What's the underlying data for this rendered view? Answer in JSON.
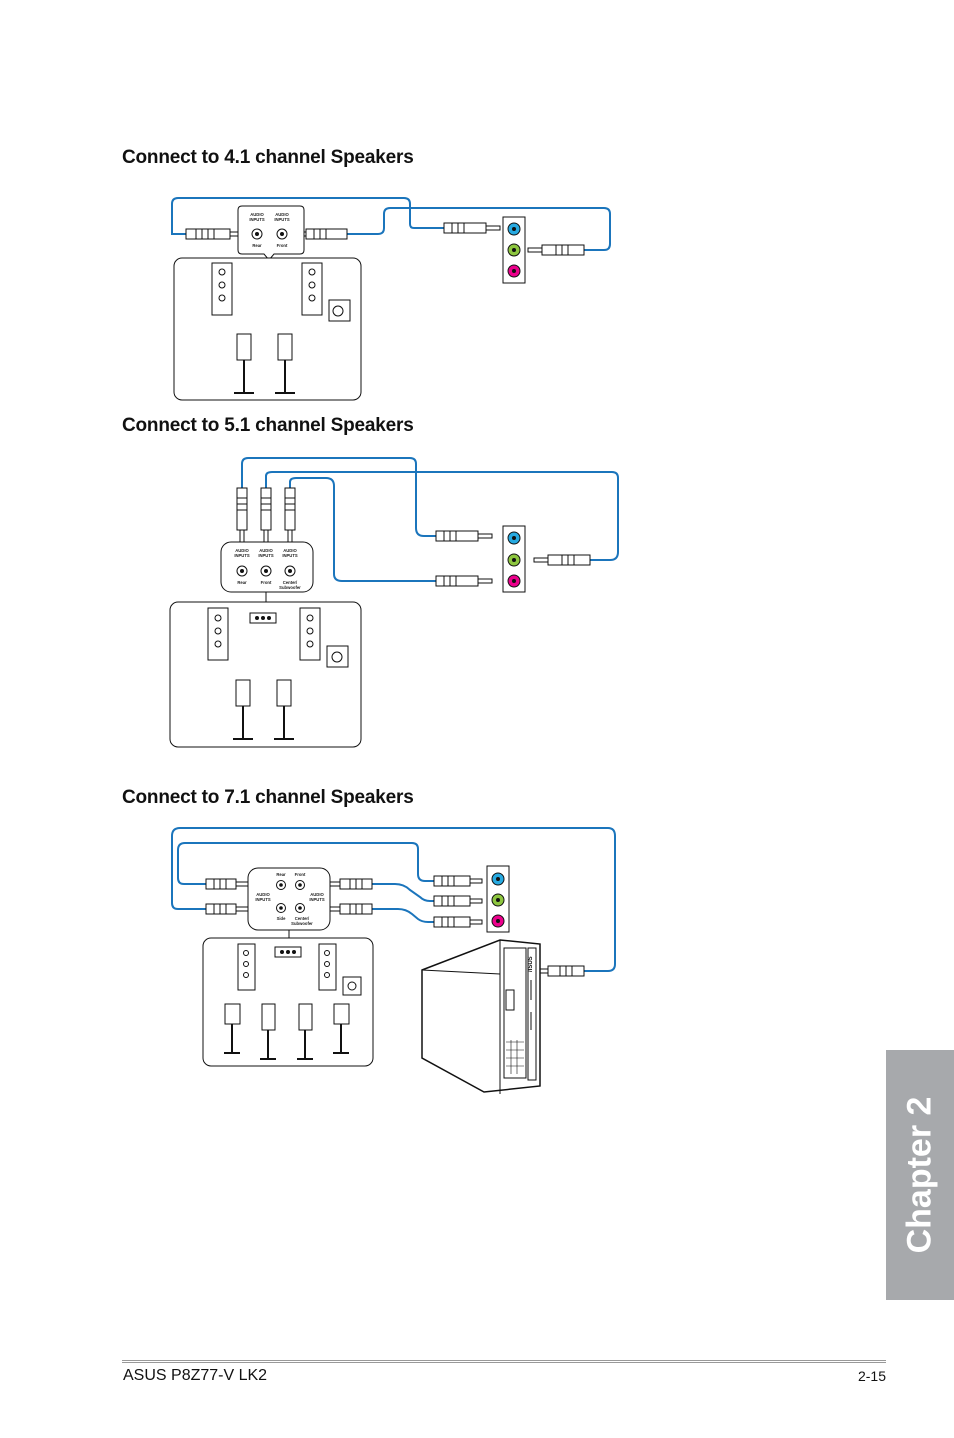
{
  "sections": {
    "s41": {
      "title": "Connect to 4.1 channel Speakers",
      "jack_header_1": [
        "AUDIO",
        "INPUTS"
      ],
      "jack_header_2": [
        "AUDIO",
        "INPUTS"
      ],
      "jack_label_1": "Rear",
      "jack_label_2": "Front"
    },
    "s51": {
      "title": "Connect to 5.1 channel Speakers",
      "jack_header_1": [
        "AUDIO",
        "INPUTS"
      ],
      "jack_header_2": [
        "AUDIO",
        "INPUTS"
      ],
      "jack_header_3": [
        "AUDIO",
        "INPUTS"
      ],
      "jack_label_1": "Rear",
      "jack_label_2": "Front",
      "jack_label_3": [
        "Center/",
        "Subwoofer"
      ]
    },
    "s71": {
      "title": "Connect to 7.1 channel Speakers",
      "label_rear": "Rear",
      "label_front": "Front",
      "label_side": "Side",
      "label_center": [
        "Center/",
        "Subwoofer"
      ],
      "jack_header_left": [
        "AUDIO",
        "INPUTS"
      ],
      "jack_header_right": [
        "AUDIO",
        "INPUTS"
      ]
    }
  },
  "colors": {
    "cable": "#1b75bc",
    "jack_blue": "#27aae1",
    "jack_green": "#8dc63f",
    "jack_pink": "#ec008c",
    "chapter_tab": "#a7a9ac"
  },
  "chapter_tab": {
    "label": "Chapter 2"
  },
  "footer": {
    "product": "ASUS P8Z77-V LK2",
    "page": "2-15"
  }
}
